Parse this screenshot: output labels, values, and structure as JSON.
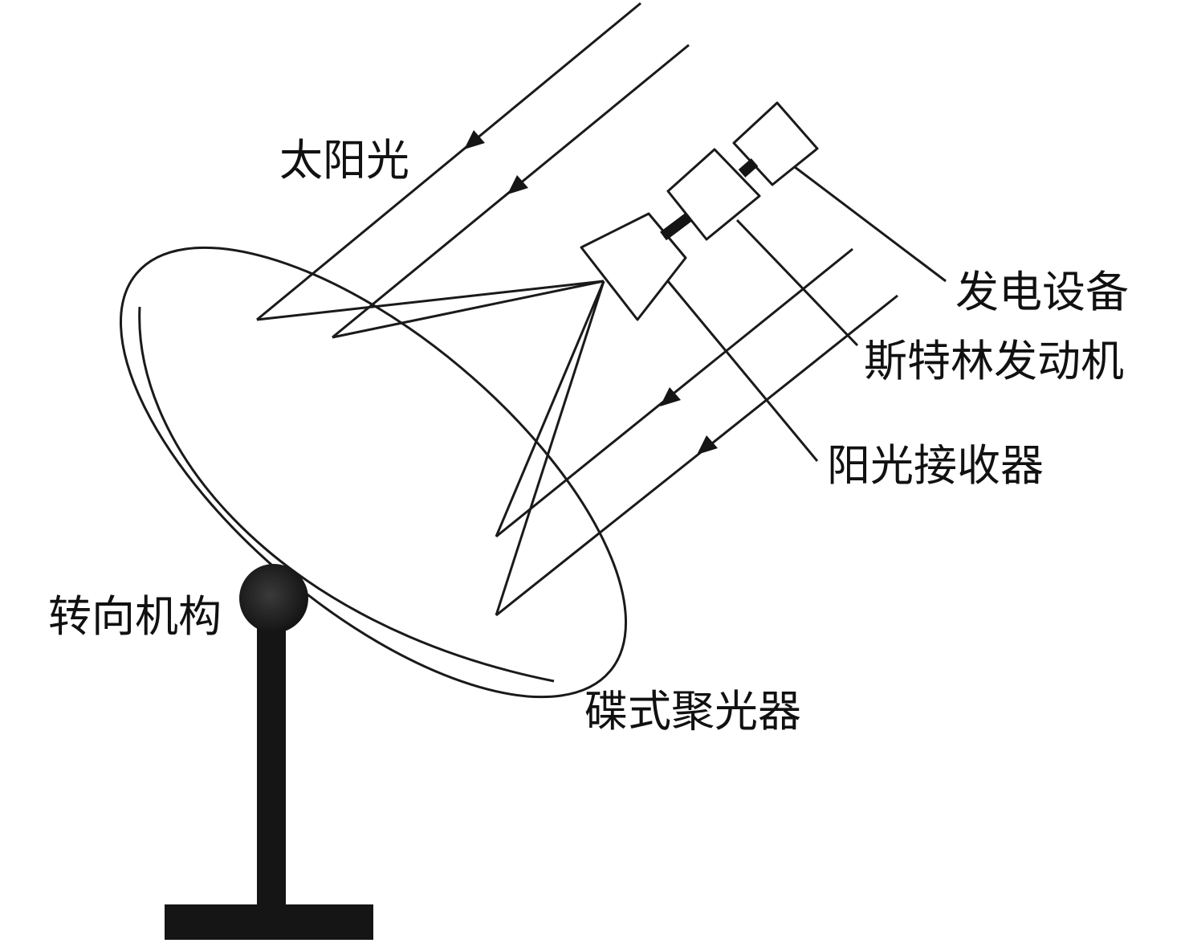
{
  "labels": {
    "sunlight": "太阳光",
    "power_equipment": "发电设备",
    "stirling_engine": "斯特林发动机",
    "receiver": "阳光接收器",
    "dish": "碟式聚光器",
    "steering": "转向机构"
  },
  "colors": {
    "line": "#1a1a1a",
    "solid": "#151515",
    "background": "#ffffff"
  }
}
